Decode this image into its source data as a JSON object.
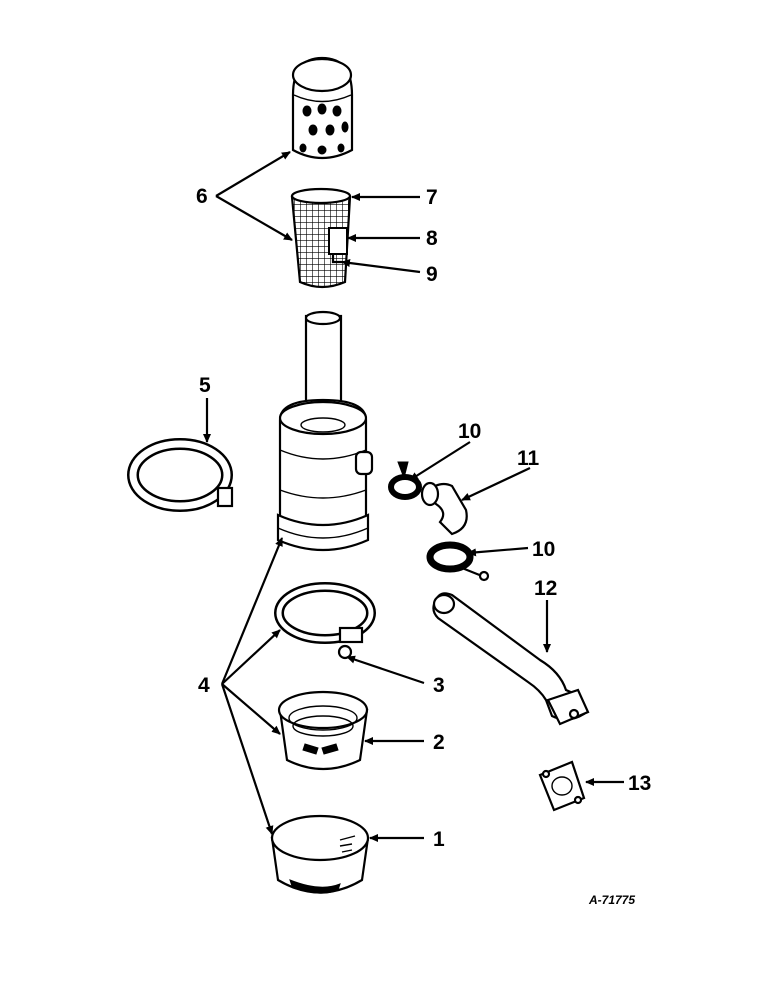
{
  "drawing_number": "A-71775",
  "callouts": {
    "c1": "1",
    "c2": "2",
    "c3": "3",
    "c4": "4",
    "c5": "5",
    "c6": "6",
    "c7": "7",
    "c8": "8",
    "c9": "9",
    "c10a": "10",
    "c10b": "10",
    "c11": "11",
    "c12": "12",
    "c13": "13"
  }
}
